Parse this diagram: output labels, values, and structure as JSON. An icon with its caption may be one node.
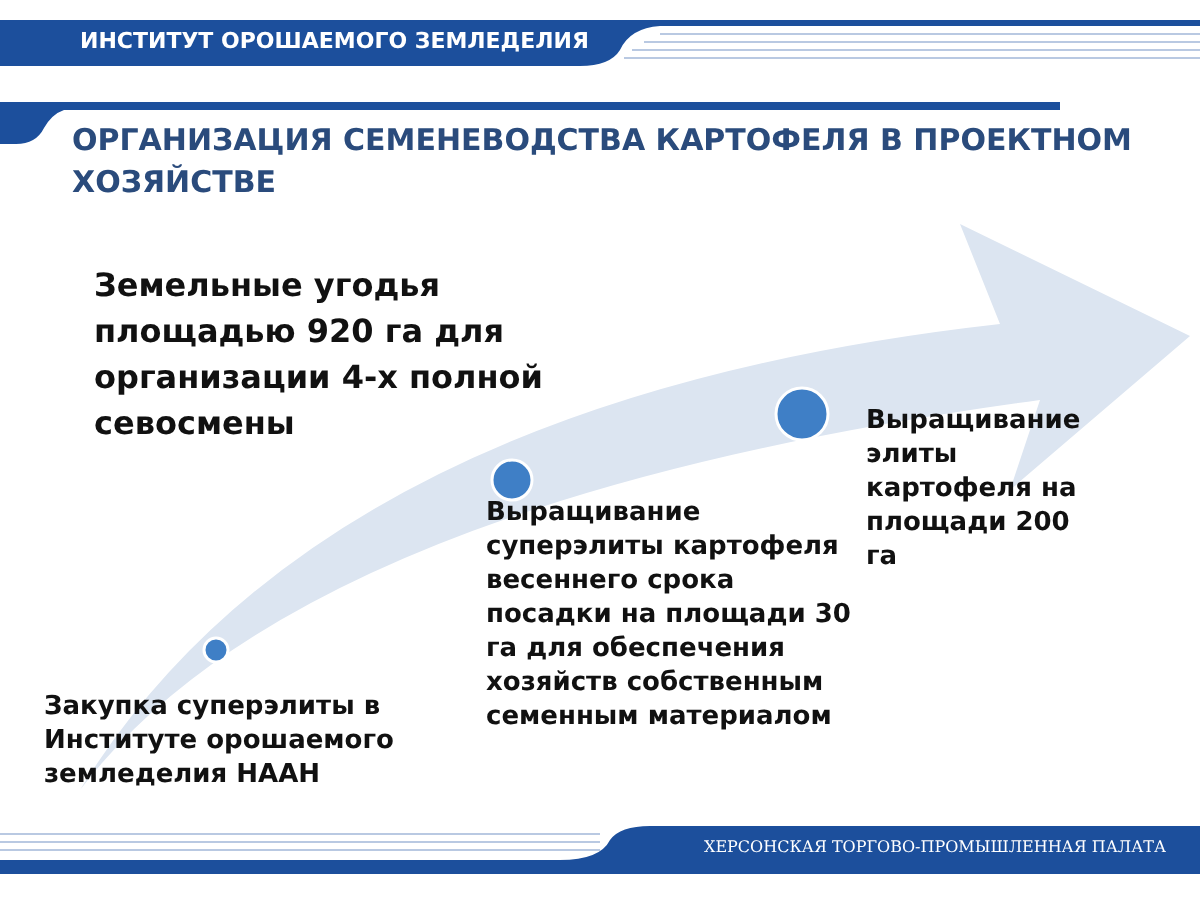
{
  "diagram": {
    "title": "ОРГАНИЗАЦИЯ СЕМЕНЕВОДСТВА КАРТОФЕЛЯ В ПРОЕКТНОМ ХОЗЯЙСТВЕ",
    "nodes": [
      {
        "text": [],
        "shape": "circle",
        "beside": [
          "Закупка суперэлиты в Институте орошаемого земледелия НААН"
        ]
      },
      {
        "text": [],
        "shape": "circle",
        "beside": [
          "Выращивание суперэлиты картофеля весеннего срока посадки на площади 30 га для обеспечения хозяйств собственным семенным материалом"
        ]
      },
      {
        "text": [],
        "shape": "circle",
        "beside": [
          "Выращивание элиты картофеля на площади 200 га"
        ]
      }
    ],
    "labels": [
      "ИНСТИТУТ ОРОШАЕМОГО ЗЕМЛЕДЕЛИЯ",
      "Земельные угодья площадью 920 га для организации 4-х полной севосмены",
      "ХЕРСОНСКАЯ ТОРГОВО-ПРОМЫШЛЕННАЯ ПАЛАТА"
    ]
  }
}
